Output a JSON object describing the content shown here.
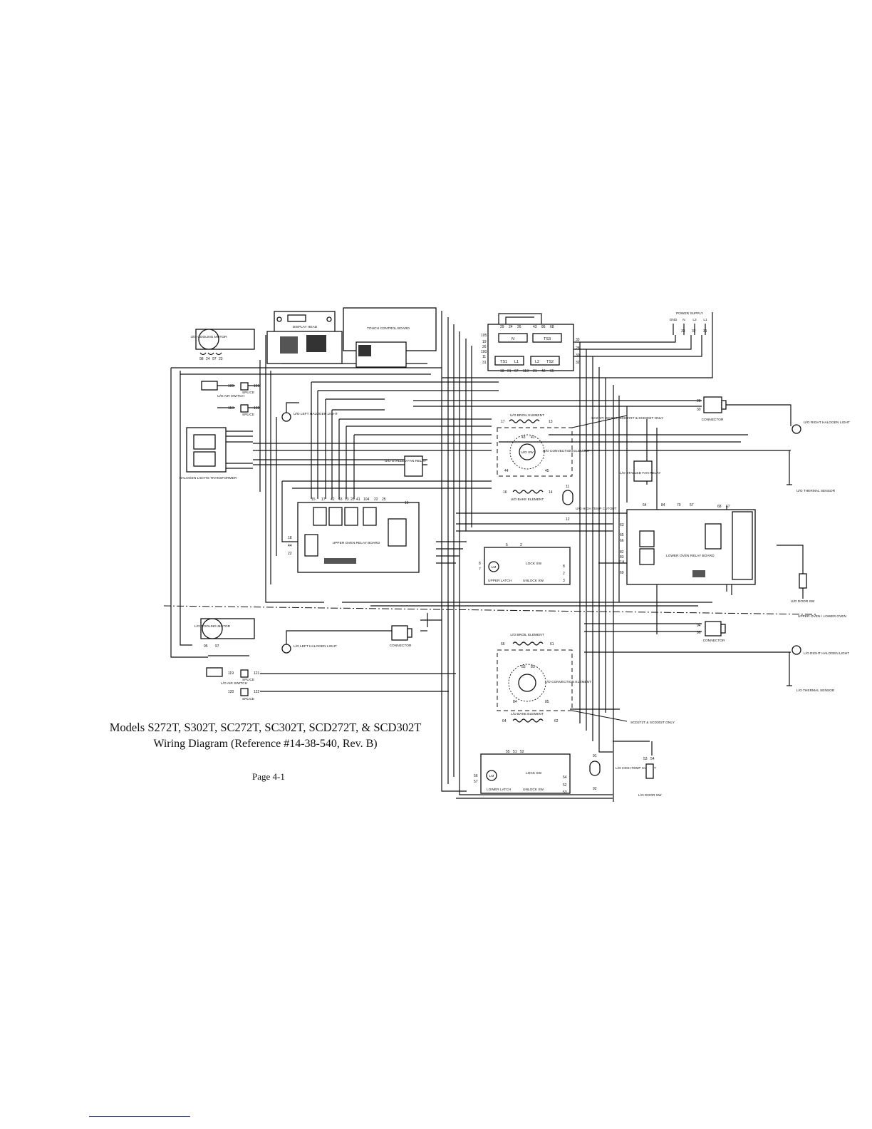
{
  "caption": {
    "title": "Models S272T, S302T, SC272T, SC302T, SCD272T, & SCD302T",
    "subtitle": "Wiring Diagram (Reference #14-38-540, Rev. B)",
    "page": "Page 4-1"
  },
  "components": {
    "upper_cooling_motor": "U/O COOLING MOTOR",
    "lower_cooling_motor": "L/O COOLING MOTOR",
    "display_head": "DISPLAY HEAD",
    "touch_control_board": "TOUCH CONTROL BOARD",
    "power_supply": "POWER SUPPLY",
    "power_terms": [
      "GND",
      "N",
      "L2",
      "L1"
    ],
    "upper_air_switch": "U/O AIR SWITCH",
    "lower_air_switch": "L/O AIR SWITCH",
    "splice": "SPLICE",
    "connector": "CONNECTOR",
    "upper_left_halogen": "U/O LEFT HALOGEN LIGHT",
    "upper_right_halogen": "U/O RIGHT HALOGEN LIGHT",
    "lower_left_halogen": "L/O LEFT HALOGEN LIGHT",
    "lower_right_halogen": "L/O RIGHT HALOGEN LIGHT",
    "halogen_transformer": "HALOGEN LIGHTS TRANSFORMER",
    "upper_broil": "U/O BROIL ELEMENT",
    "upper_bake": "U/O BAKE ELEMENT",
    "upper_convection": "U/O CONVECTION ELEMENT",
    "lower_broil": "L/O BROIL ELEMENT",
    "lower_bake": "L/O BAKE ELEMENT",
    "lower_convection": "L/O CONVECTION ELEMENT",
    "upper_fan_relay": "U/O STALLED FAN RELAY",
    "lower_fan_relay": "L/O STALLED FAN RELAY",
    "upper_high_temp": "U/O HIGH TEMP CUTOUT",
    "lower_high_temp": "L/O HIGH TEMP CUTOUT",
    "upper_relay_board": "UPPER OVEN RELAY BOARD",
    "lower_relay_board": "LOWER OVEN RELAY BOARD",
    "upper_latch": "UPPER LATCH",
    "lower_latch": "LOWER LATCH",
    "lock_sw": "LOCK SW",
    "unlock_sw": "UNLOCK SW",
    "upper_door_sw": "U/O DOOR SW",
    "lower_door_sw": "L/O DOOR SW",
    "upper_thermal": "U/O THERMAL SENSOR",
    "lower_thermal": "L/O THERMAL SENSOR",
    "upper_lower_divider": "UPPER OVEN / LOWER OVEN",
    "note_upper": "SC272T, SC302T, SCD272T & SCD302T ONLY",
    "note_lower": "SCD272T & SCD302T ONLY",
    "terminal_block_upper": [
      "N",
      "TS3"
    ],
    "terminal_block_lower": [
      "TS1",
      "L1",
      "L2",
      "TS2"
    ],
    "motor": "LM",
    "fan": "U/O SW"
  },
  "wire_numbers": {
    "upper_motor": [
      "98",
      "24",
      "97",
      "23"
    ],
    "lower_motor": [
      "95",
      "97"
    ],
    "upper_air": [
      "109",
      "101",
      "110",
      "102"
    ],
    "lower_air": [
      "119",
      "121",
      "120",
      "122"
    ],
    "terminal_top": [
      "29",
      "24",
      "26",
      "43",
      "86",
      "68"
    ],
    "terminal_left": [
      "105",
      "19",
      "26",
      "100",
      "11",
      "31"
    ],
    "terminal_bottom": [
      "18",
      "91",
      "67",
      "113",
      "21",
      "42",
      "65"
    ],
    "terminal_right": [
      "33",
      "28",
      "30",
      "32"
    ],
    "power": [
      "33",
      "32",
      "31"
    ],
    "upper_broil": [
      "17",
      "13"
    ],
    "upper_bake": [
      "16",
      "14"
    ],
    "upper_conv": [
      "44",
      "45",
      "43",
      "41"
    ],
    "lower_broil": [
      "66",
      "61"
    ],
    "lower_bake": [
      "64",
      "62"
    ],
    "lower_conv": [
      "84",
      "85",
      "83",
      "81"
    ],
    "upper_board_top": [
      "15",
      "17",
      "42",
      "43",
      "13",
      "20",
      "41",
      "104",
      "22",
      "25",
      "19"
    ],
    "upper_board_left": [
      "18",
      "44",
      "22"
    ],
    "lower_board_top": [
      "64",
      "84",
      "70",
      "57",
      "68",
      "67"
    ],
    "lower_board_left": [
      "63",
      "65",
      "66",
      "82",
      "83",
      "114",
      "69"
    ],
    "upper_latch": [
      "5",
      "2",
      "8",
      "7",
      "8",
      "2",
      "3"
    ],
    "lower_latch": [
      "55",
      "51",
      "52",
      "56",
      "57",
      "54",
      "52",
      "53"
    ],
    "lower_door": [
      "53",
      "54"
    ],
    "upper_hitemp": [
      "11",
      "12"
    ],
    "lower_hitemp": [
      "91",
      "92"
    ],
    "upper_connector": [
      "28",
      "30"
    ],
    "lower_connector": [
      "94",
      "96"
    ]
  }
}
